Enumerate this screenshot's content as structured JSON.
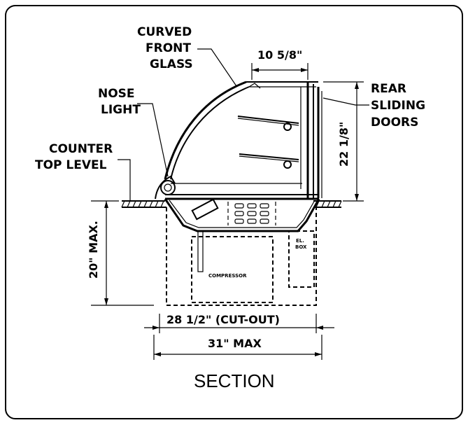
{
  "labels": {
    "curved_front_glass": [
      "CURVED",
      "FRONT",
      "GLASS"
    ],
    "nose_light": [
      "NOSE",
      "LIGHT"
    ],
    "counter_top_level": [
      "COUNTER",
      "TOP LEVEL"
    ],
    "rear_sliding_doors": [
      "REAR",
      "SLIDING",
      "DOORS"
    ],
    "compressor": "COMPRESSOR",
    "el_box": [
      "EL.",
      "BOX"
    ]
  },
  "dimensions": {
    "top_width": "10 5/8\"",
    "height_above_counter": "22 1/8\"",
    "depth_below_counter": "20\" MAX.",
    "cutout_width": "28 1/2\" (CUT-OUT)",
    "overall_width": "31\" MAX"
  },
  "title": "SECTION"
}
